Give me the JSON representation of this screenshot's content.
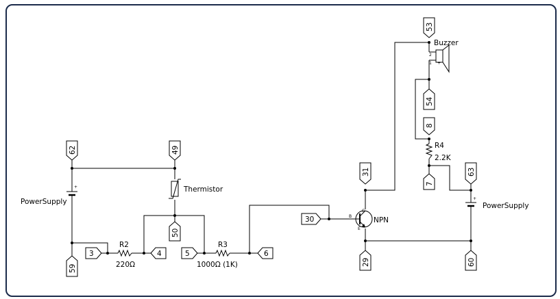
{
  "schematic": {
    "ports": {
      "p62": "62",
      "p49": "49",
      "p59": "59",
      "p50": "50",
      "p3": "3",
      "p4": "4",
      "p5": "5",
      "p6": "6",
      "p30": "30",
      "p31": "31",
      "p29": "29",
      "p53": "53",
      "p54": "54",
      "p8": "8",
      "p7": "7",
      "p63": "63",
      "p60": "60"
    },
    "components": {
      "ps_left": {
        "name": "PowerSupply",
        "polarity": "+"
      },
      "ps_right": {
        "name": "PowerSupply",
        "polarity": "+"
      },
      "thermistor": {
        "name": "Thermistor"
      },
      "r2": {
        "name": "R2",
        "value": "220Ω"
      },
      "r3": {
        "name": "R3",
        "value": "1000Ω (1K)"
      },
      "r4": {
        "name": "R4",
        "value": "2.2K"
      },
      "npn": {
        "name": "NPN",
        "pin_b": "B",
        "pin_c": "C",
        "pin_e": "E"
      },
      "buzzer": {
        "name": "Buzzer",
        "pin1": "1",
        "pin2": "2",
        "plus": "+"
      }
    }
  },
  "colors": {
    "frame": "#1a2a4a",
    "line": "#000000"
  }
}
